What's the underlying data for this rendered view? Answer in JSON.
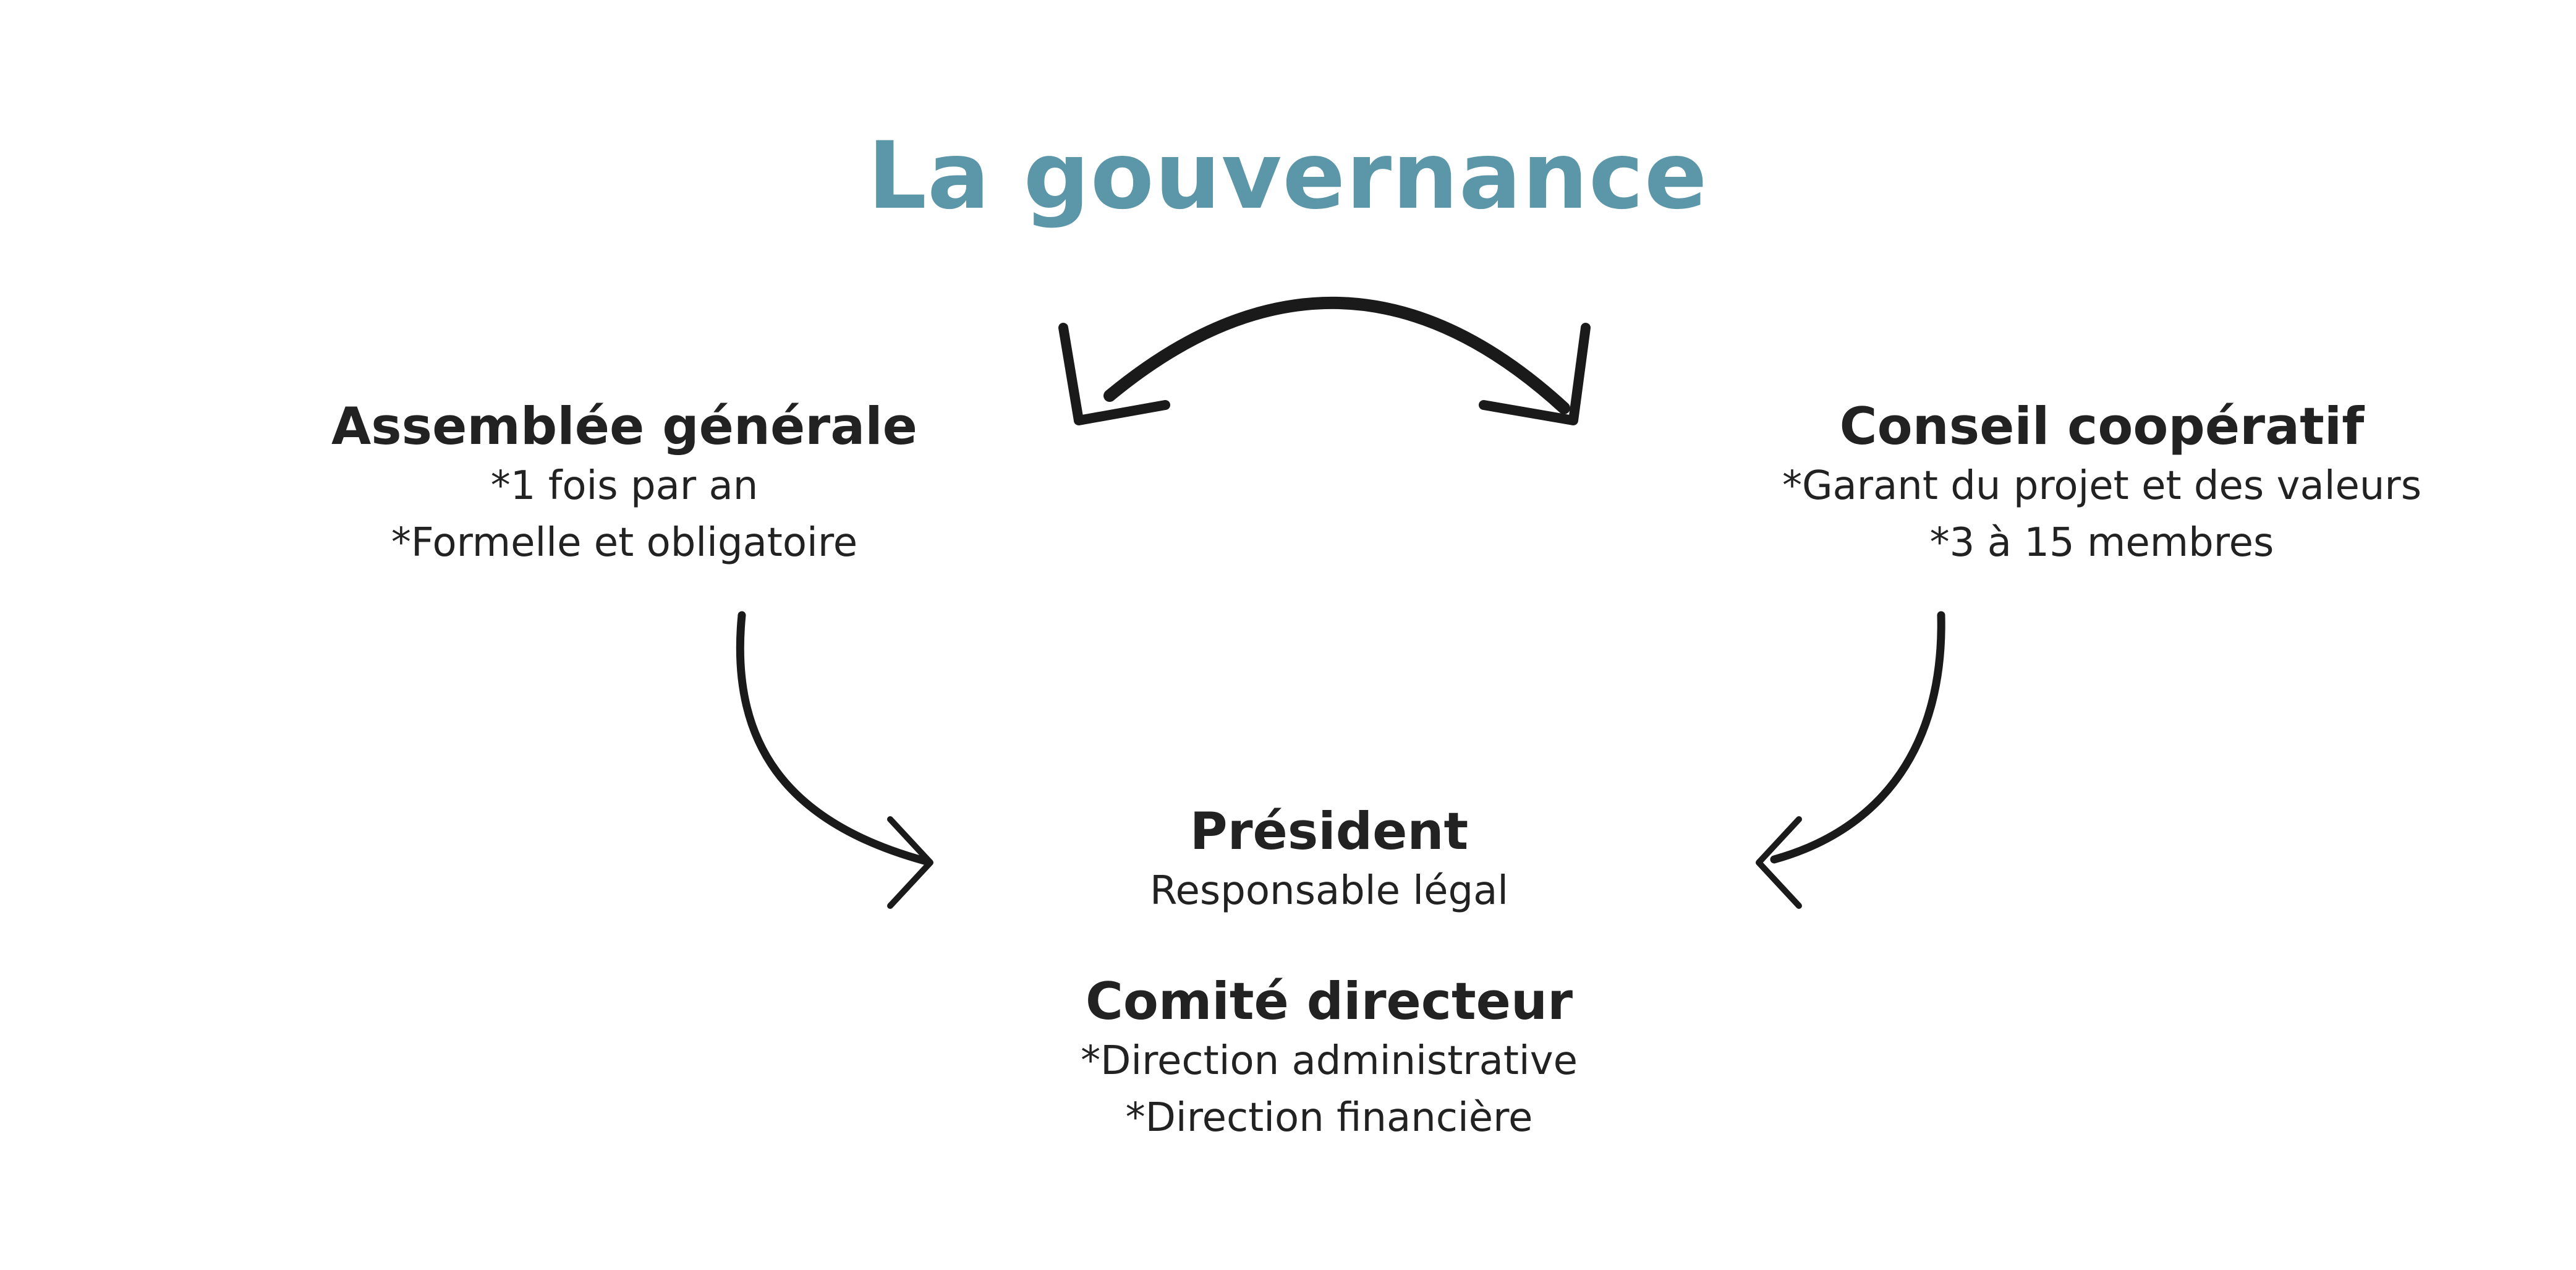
{
  "title": "La gouvernance",
  "colors": {
    "title": "#5b97a8",
    "text": "#222222",
    "arrow": "#1a1a1a"
  },
  "nodes": {
    "assemblee": {
      "title": "Assemblée générale",
      "lines": [
        "*1 fois par an",
        "*Formelle et obligatoire"
      ]
    },
    "conseil": {
      "title": "Conseil coopératif",
      "lines": [
        "*Garant du projet et des valeurs",
        "*3 à 15 membres"
      ]
    },
    "president": {
      "title": "Président",
      "lines": [
        "Responsable légal"
      ]
    },
    "comite": {
      "title": "Comité directeur",
      "lines": [
        "*Direction administrative",
        "*Direction financière"
      ]
    }
  },
  "arrows": {
    "top": "double-headed-curve",
    "left": "curve-down-right",
    "right": "curve-down-left"
  }
}
